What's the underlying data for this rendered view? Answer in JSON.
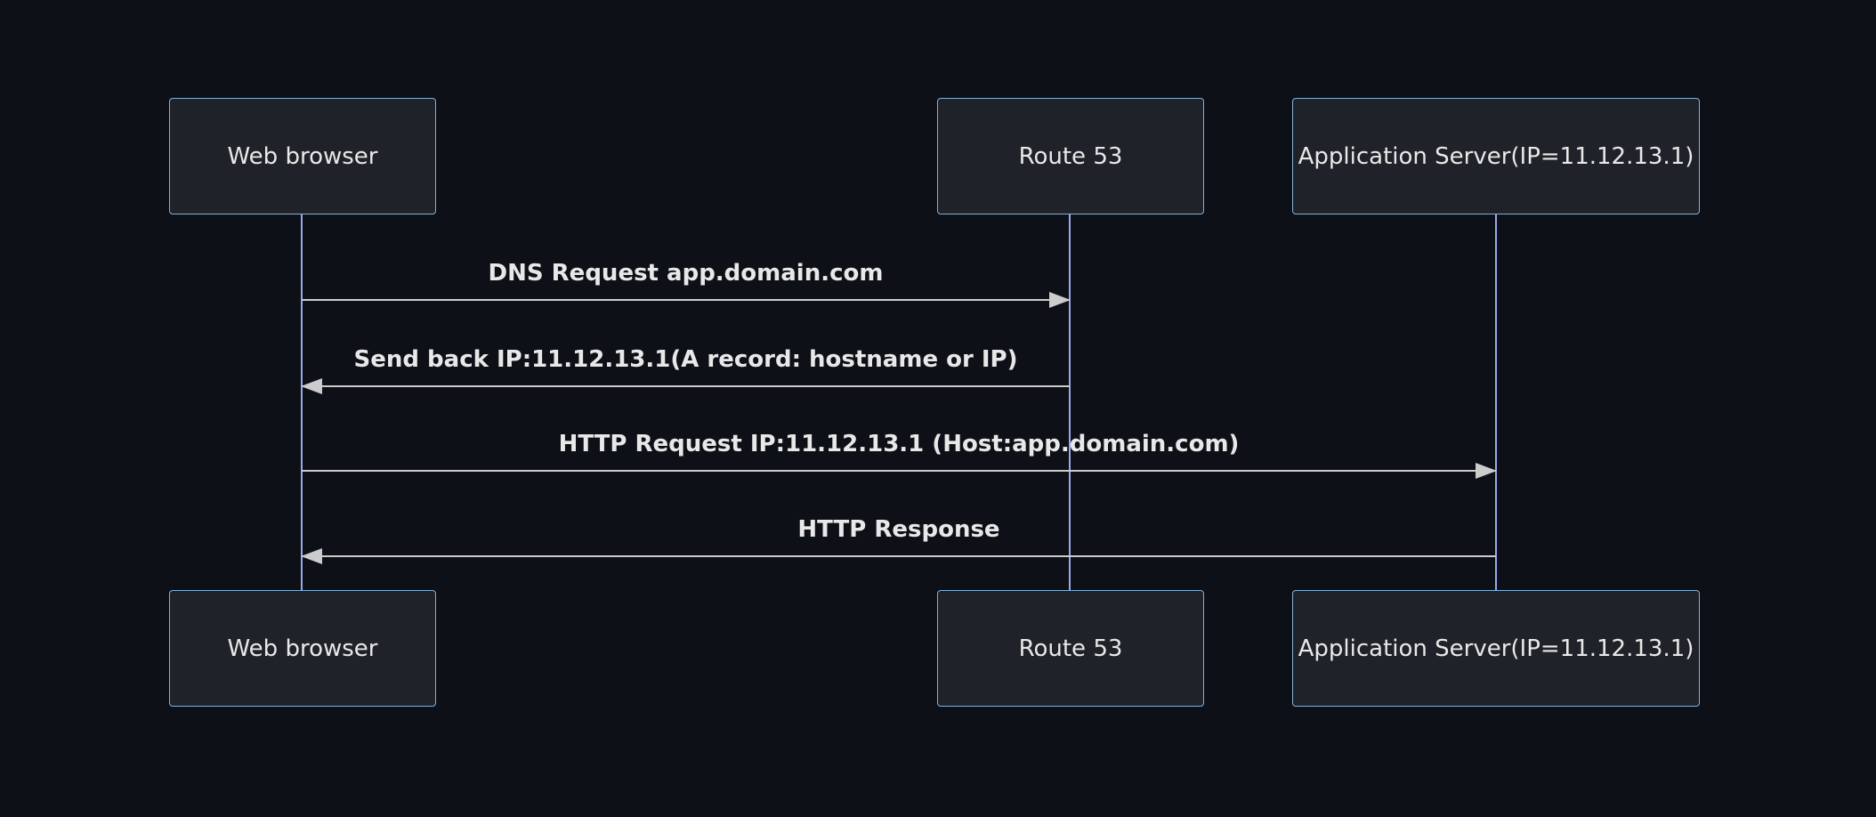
{
  "diagram": {
    "type": "sequence-diagram",
    "theme": "dark",
    "actors": [
      {
        "id": "web-browser",
        "label": "Web browser"
      },
      {
        "id": "route-53",
        "label": "Route 53"
      },
      {
        "id": "app-server",
        "label": "Application Server(IP=11.12.13.1)"
      }
    ],
    "messages": [
      {
        "from": "web-browser",
        "to": "route-53",
        "direction": "right",
        "label": "DNS Request app.domain.com"
      },
      {
        "from": "route-53",
        "to": "web-browser",
        "direction": "left",
        "label": "Send back IP:11.12.13.1(A record: hostname or IP)"
      },
      {
        "from": "web-browser",
        "to": "app-server",
        "direction": "right",
        "label": "HTTP Request IP:11.12.13.1 (Host:app.domain.com)"
      },
      {
        "from": "app-server",
        "to": "web-browser",
        "direction": "left",
        "label": "HTTP Response"
      }
    ],
    "colors": {
      "background": "#0d1016",
      "actor_fill": "#1f2228",
      "actor_border": "#81b1db",
      "lifeline": "#9aa8e8",
      "arrow": "#cccccc",
      "text": "#e8e8e8"
    }
  }
}
